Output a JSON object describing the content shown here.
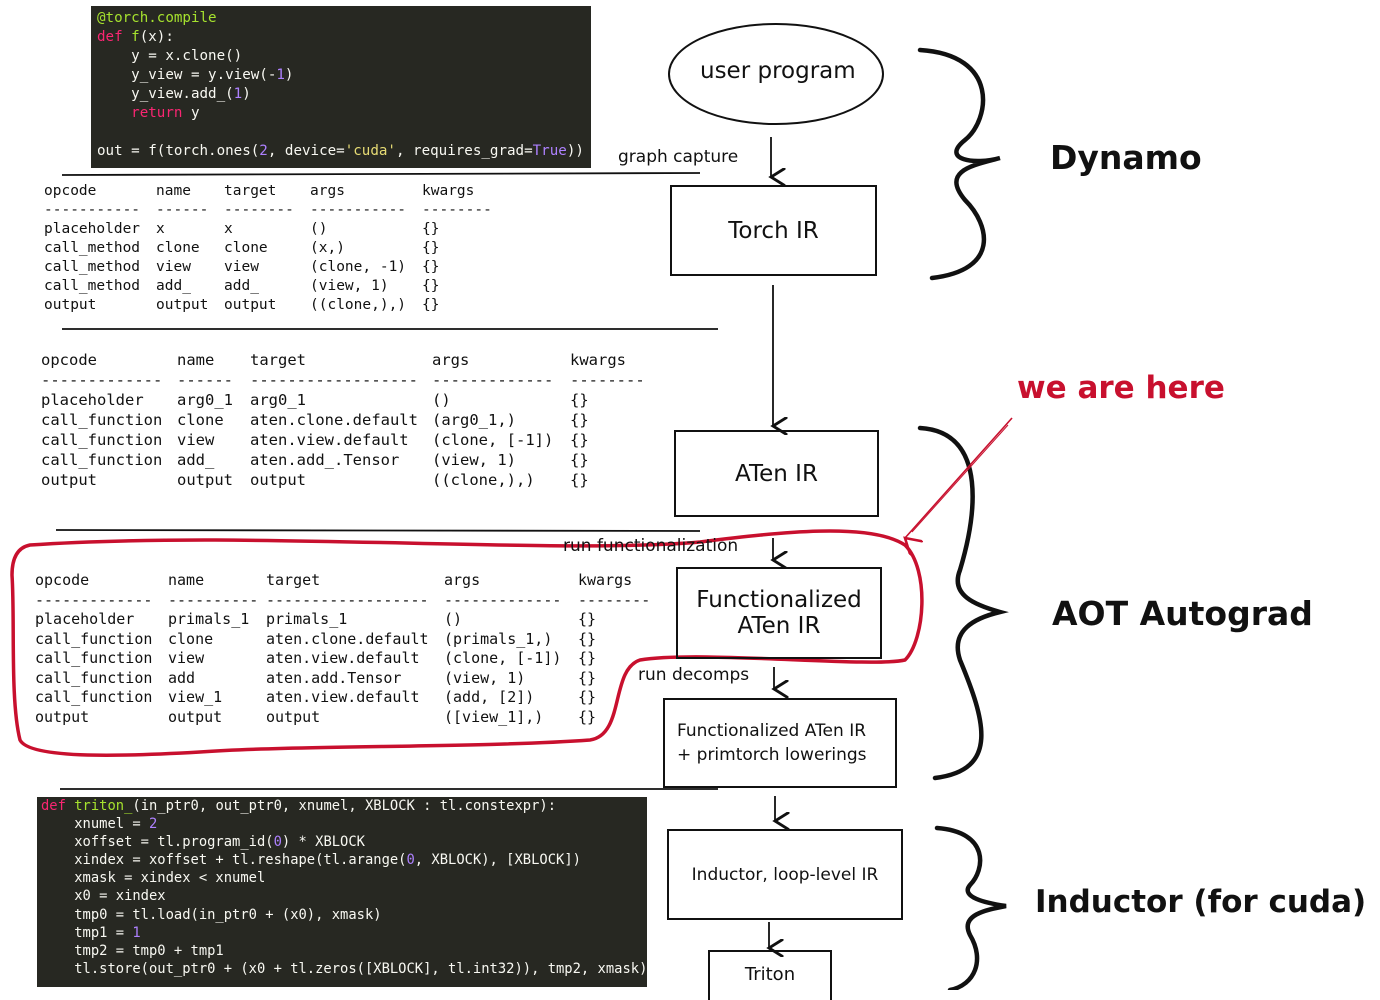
{
  "code_top": {
    "lines": [
      [
        {
          "t": "@torch.compile",
          "c": "dec"
        }
      ],
      [
        {
          "t": "def ",
          "c": "kw"
        },
        {
          "t": "f",
          "c": "fn"
        },
        {
          "t": "(x):",
          "c": ""
        }
      ],
      [
        {
          "t": "    y = x.clone()",
          "c": ""
        }
      ],
      [
        {
          "t": "    y_view = y.view(-",
          "c": ""
        },
        {
          "t": "1",
          "c": "num"
        },
        {
          "t": ")",
          "c": ""
        }
      ],
      [
        {
          "t": "    y_view.add_(",
          "c": ""
        },
        {
          "t": "1",
          "c": "num"
        },
        {
          "t": ")",
          "c": ""
        }
      ],
      [
        {
          "t": "    ",
          "c": ""
        },
        {
          "t": "return",
          "c": "kw"
        },
        {
          "t": " y",
          "c": ""
        }
      ],
      [
        {
          "t": "",
          "c": ""
        }
      ],
      [
        {
          "t": "out = f(torch.ones(",
          "c": ""
        },
        {
          "t": "2",
          "c": "num"
        },
        {
          "t": ", device=",
          "c": ""
        },
        {
          "t": "'cuda'",
          "c": "str"
        },
        {
          "t": ", requires_grad=",
          "c": ""
        },
        {
          "t": "True",
          "c": "num"
        },
        {
          "t": "))",
          "c": ""
        }
      ]
    ]
  },
  "table_torch_ir": {
    "headers": [
      "opcode",
      "name",
      "target",
      "args",
      "kwargs"
    ],
    "dashes": [
      "-----------",
      "------",
      "--------",
      "-----------",
      "--------"
    ],
    "rows": [
      [
        "placeholder",
        "x",
        "x",
        "()",
        "{}"
      ],
      [
        "call_method",
        "clone",
        "clone",
        "(x,)",
        "{}"
      ],
      [
        "call_method",
        "view",
        "view",
        "(clone, -1)",
        "{}"
      ],
      [
        "call_method",
        "add_",
        "add_",
        "(view, 1)",
        "{}"
      ],
      [
        "output",
        "output",
        "output",
        "((clone,),)",
        "{}"
      ]
    ]
  },
  "table_aten_ir": {
    "headers": [
      "opcode",
      "name",
      "target",
      "args",
      "kwargs"
    ],
    "dashes": [
      "-------------",
      "------",
      "------------------",
      "-------------",
      "--------"
    ],
    "rows": [
      [
        "placeholder",
        "arg0_1",
        "arg0_1",
        "()",
        "{}"
      ],
      [
        "call_function",
        "clone",
        "aten.clone.default",
        "(arg0_1,)",
        "{}"
      ],
      [
        "call_function",
        "view",
        "aten.view.default",
        "(clone, [-1])",
        "{}"
      ],
      [
        "call_function",
        "add_",
        "aten.add_.Tensor",
        "(view, 1)",
        "{}"
      ],
      [
        "output",
        "output",
        "output",
        "((clone,),)",
        "{}"
      ]
    ]
  },
  "table_functionalized": {
    "headers": [
      "opcode",
      "name",
      "target",
      "args",
      "kwargs"
    ],
    "dashes": [
      "-------------",
      "----------",
      "------------------",
      "-------------",
      "--------"
    ],
    "rows": [
      [
        "placeholder",
        "primals_1",
        "primals_1",
        "()",
        "{}"
      ],
      [
        "call_function",
        "clone",
        "aten.clone.default",
        "(primals_1,)",
        "{}"
      ],
      [
        "call_function",
        "view",
        "aten.view.default",
        "(clone, [-1])",
        "{}"
      ],
      [
        "call_function",
        "add",
        "aten.add.Tensor",
        "(view, 1)",
        "{}"
      ],
      [
        "call_function",
        "view_1",
        "aten.view.default",
        "(add, [2])",
        "{}"
      ],
      [
        "output",
        "output",
        "output",
        "([view_1],)",
        "{}"
      ]
    ]
  },
  "code_bottom": {
    "lines": [
      [
        {
          "t": "def ",
          "c": "kw"
        },
        {
          "t": "triton_",
          "c": "fn"
        },
        {
          "t": "(in_ptr0, out_ptr0, xnumel, XBLOCK : tl.constexpr):",
          "c": ""
        }
      ],
      [
        {
          "t": "    xnumel = ",
          "c": ""
        },
        {
          "t": "2",
          "c": "num"
        }
      ],
      [
        {
          "t": "    xoffset = tl.program_id(",
          "c": ""
        },
        {
          "t": "0",
          "c": "num"
        },
        {
          "t": ") * XBLOCK",
          "c": ""
        }
      ],
      [
        {
          "t": "    xindex = xoffset + tl.reshape(tl.arange(",
          "c": ""
        },
        {
          "t": "0",
          "c": "num"
        },
        {
          "t": ", XBLOCK), [XBLOCK])",
          "c": ""
        }
      ],
      [
        {
          "t": "    xmask = xindex < xnumel",
          "c": ""
        }
      ],
      [
        {
          "t": "    x0 = xindex",
          "c": ""
        }
      ],
      [
        {
          "t": "    tmp0 = tl.load(in_ptr0 + (x0), xmask)",
          "c": ""
        }
      ],
      [
        {
          "t": "    tmp1 = ",
          "c": ""
        },
        {
          "t": "1",
          "c": "num"
        }
      ],
      [
        {
          "t": "    tmp2 = tmp0 + tmp1",
          "c": ""
        }
      ],
      [
        {
          "t": "    tl.store(out_ptr0 + (x0 + tl.zeros([XBLOCK], tl.int32)), tmp2, xmask)",
          "c": ""
        }
      ]
    ]
  },
  "flow": {
    "user_program": "user program",
    "graph_capture": "graph capture",
    "torch_ir": "Torch IR",
    "aten_ir": "ATen IR",
    "run_functionalization": "run functionalization",
    "functionalized_line1": "Functionalized",
    "functionalized_line2": "ATen IR",
    "run_decomps": "run decomps",
    "primtorch_line1": "Functionalized ATen IR",
    "primtorch_line2": "+ primtorch lowerings",
    "inductor_ir": "Inductor, loop-level IR",
    "triton": "Triton"
  },
  "stages": {
    "dynamo": "Dynamo",
    "aot_autograd": "AOT Autograd",
    "inductor": "Inductor (for cuda)"
  },
  "annotation": {
    "we_are_here": "we are here",
    "color": "#c8102e"
  }
}
